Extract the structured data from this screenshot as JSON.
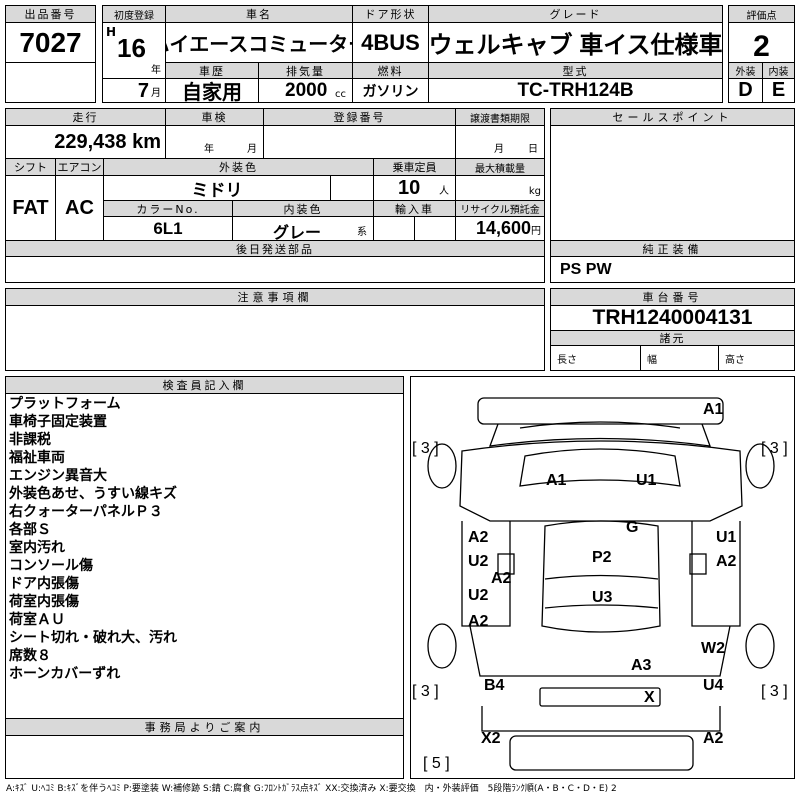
{
  "header": {
    "lot_label": "出品番号",
    "lot": "7027",
    "first_reg_label": "初度登録",
    "era": "H",
    "year": "16",
    "year_unit": "年",
    "month": "7",
    "month_unit": "月",
    "name_label": "車名",
    "name": "ハイエースコミューター",
    "door_label": "ドア形状",
    "door": "4BUS",
    "grade_label": "グレード",
    "grade": "ウェルキャブ 車イス仕様車",
    "history_label": "車歴",
    "history": "自家用",
    "displacement_label": "排気量",
    "displacement": "2000",
    "displacement_unit": "cc",
    "fuel_label": "燃料",
    "fuel": "ガソリン",
    "model_label": "型式",
    "model": "TC-TRH124B",
    "score_label": "評価点",
    "score": "2",
    "ext_label": "外装",
    "int_label": "内装",
    "ext": "D",
    "int": "E"
  },
  "info": {
    "mileage_label": "走行",
    "mileage": "229,438 km",
    "inspection_label": "車検",
    "inspection_year": "年",
    "inspection_month": "月",
    "reg_no_label": "登録番号",
    "transfer_label": "譲渡書類期限",
    "transfer_month": "月",
    "transfer_day": "日",
    "shift_label": "シフト",
    "shift": "FAT",
    "ac_label": "エアコン",
    "ac": "AC",
    "color_label": "外装色",
    "color": "ミドリ",
    "capacity_label": "乗車定員",
    "capacity": "10",
    "capacity_unit": "人",
    "load_label": "最大積載量",
    "load_unit": "kg",
    "color_no_label": "カラーNo.",
    "color_no": "6L1",
    "interior_label": "内装色",
    "interior": "グレー",
    "interior_suffix": "系",
    "import_label": "輸入車",
    "recycle_label": "リサイクル預託金",
    "recycle": "14,600",
    "recycle_unit": "円",
    "later_parts_label": "後日発送部品",
    "sales_label": "セールスポイント",
    "equip_label": "純正装備",
    "equip": "PS PW",
    "notes_label": "注意事項欄",
    "chassis_label": "車台番号",
    "chassis": "TRH1240004131",
    "spec_label": "諸元",
    "length_label": "長さ",
    "width_label": "幅",
    "height_label": "高さ"
  },
  "inspector": {
    "label": "検査員記入欄",
    "lines": [
      "プラットフォーム",
      "車椅子固定装置",
      "非課税",
      "福祉車両",
      "エンジン異音大",
      "外装色あせ、うすい線キズ",
      "右クォーターパネルＰ３",
      "各部Ｓ",
      "室内汚れ",
      "コンソール傷",
      "ドア内張傷",
      "荷室内張傷",
      "荷室ＡＵ",
      "シート切れ・破れ大、汚れ",
      "席数８",
      "ホーンカバーずれ"
    ],
    "office_label": "事務局よりご案内"
  },
  "diagram": {
    "marks": [
      "A1",
      "A1",
      "U1",
      "G",
      "P2",
      "U3",
      "A2",
      "U2",
      "A2",
      "U2",
      "A2",
      "U1",
      "A2",
      "W2",
      "U4",
      "A3",
      "X",
      "B4",
      "X2",
      "A2"
    ],
    "tires": [
      "[ 3 ]",
      "[ 3 ]",
      "[ 3 ]",
      "[ 3 ]",
      "[ 5 ]"
    ]
  },
  "legend": "A:ｷｽﾞ U:ﾍｺﾐ B:ｷｽﾞを伴うﾍｺﾐ P:要塗装 W:補修跡 S:錆 C:腐食 G:ﾌﾛﾝﾄｶﾞﾗｽ点ｷｽﾞ XX:交換済み X:要交換　内・外装評価　5段階ﾗﾝｸ順(A・B・C・D・E) 2"
}
